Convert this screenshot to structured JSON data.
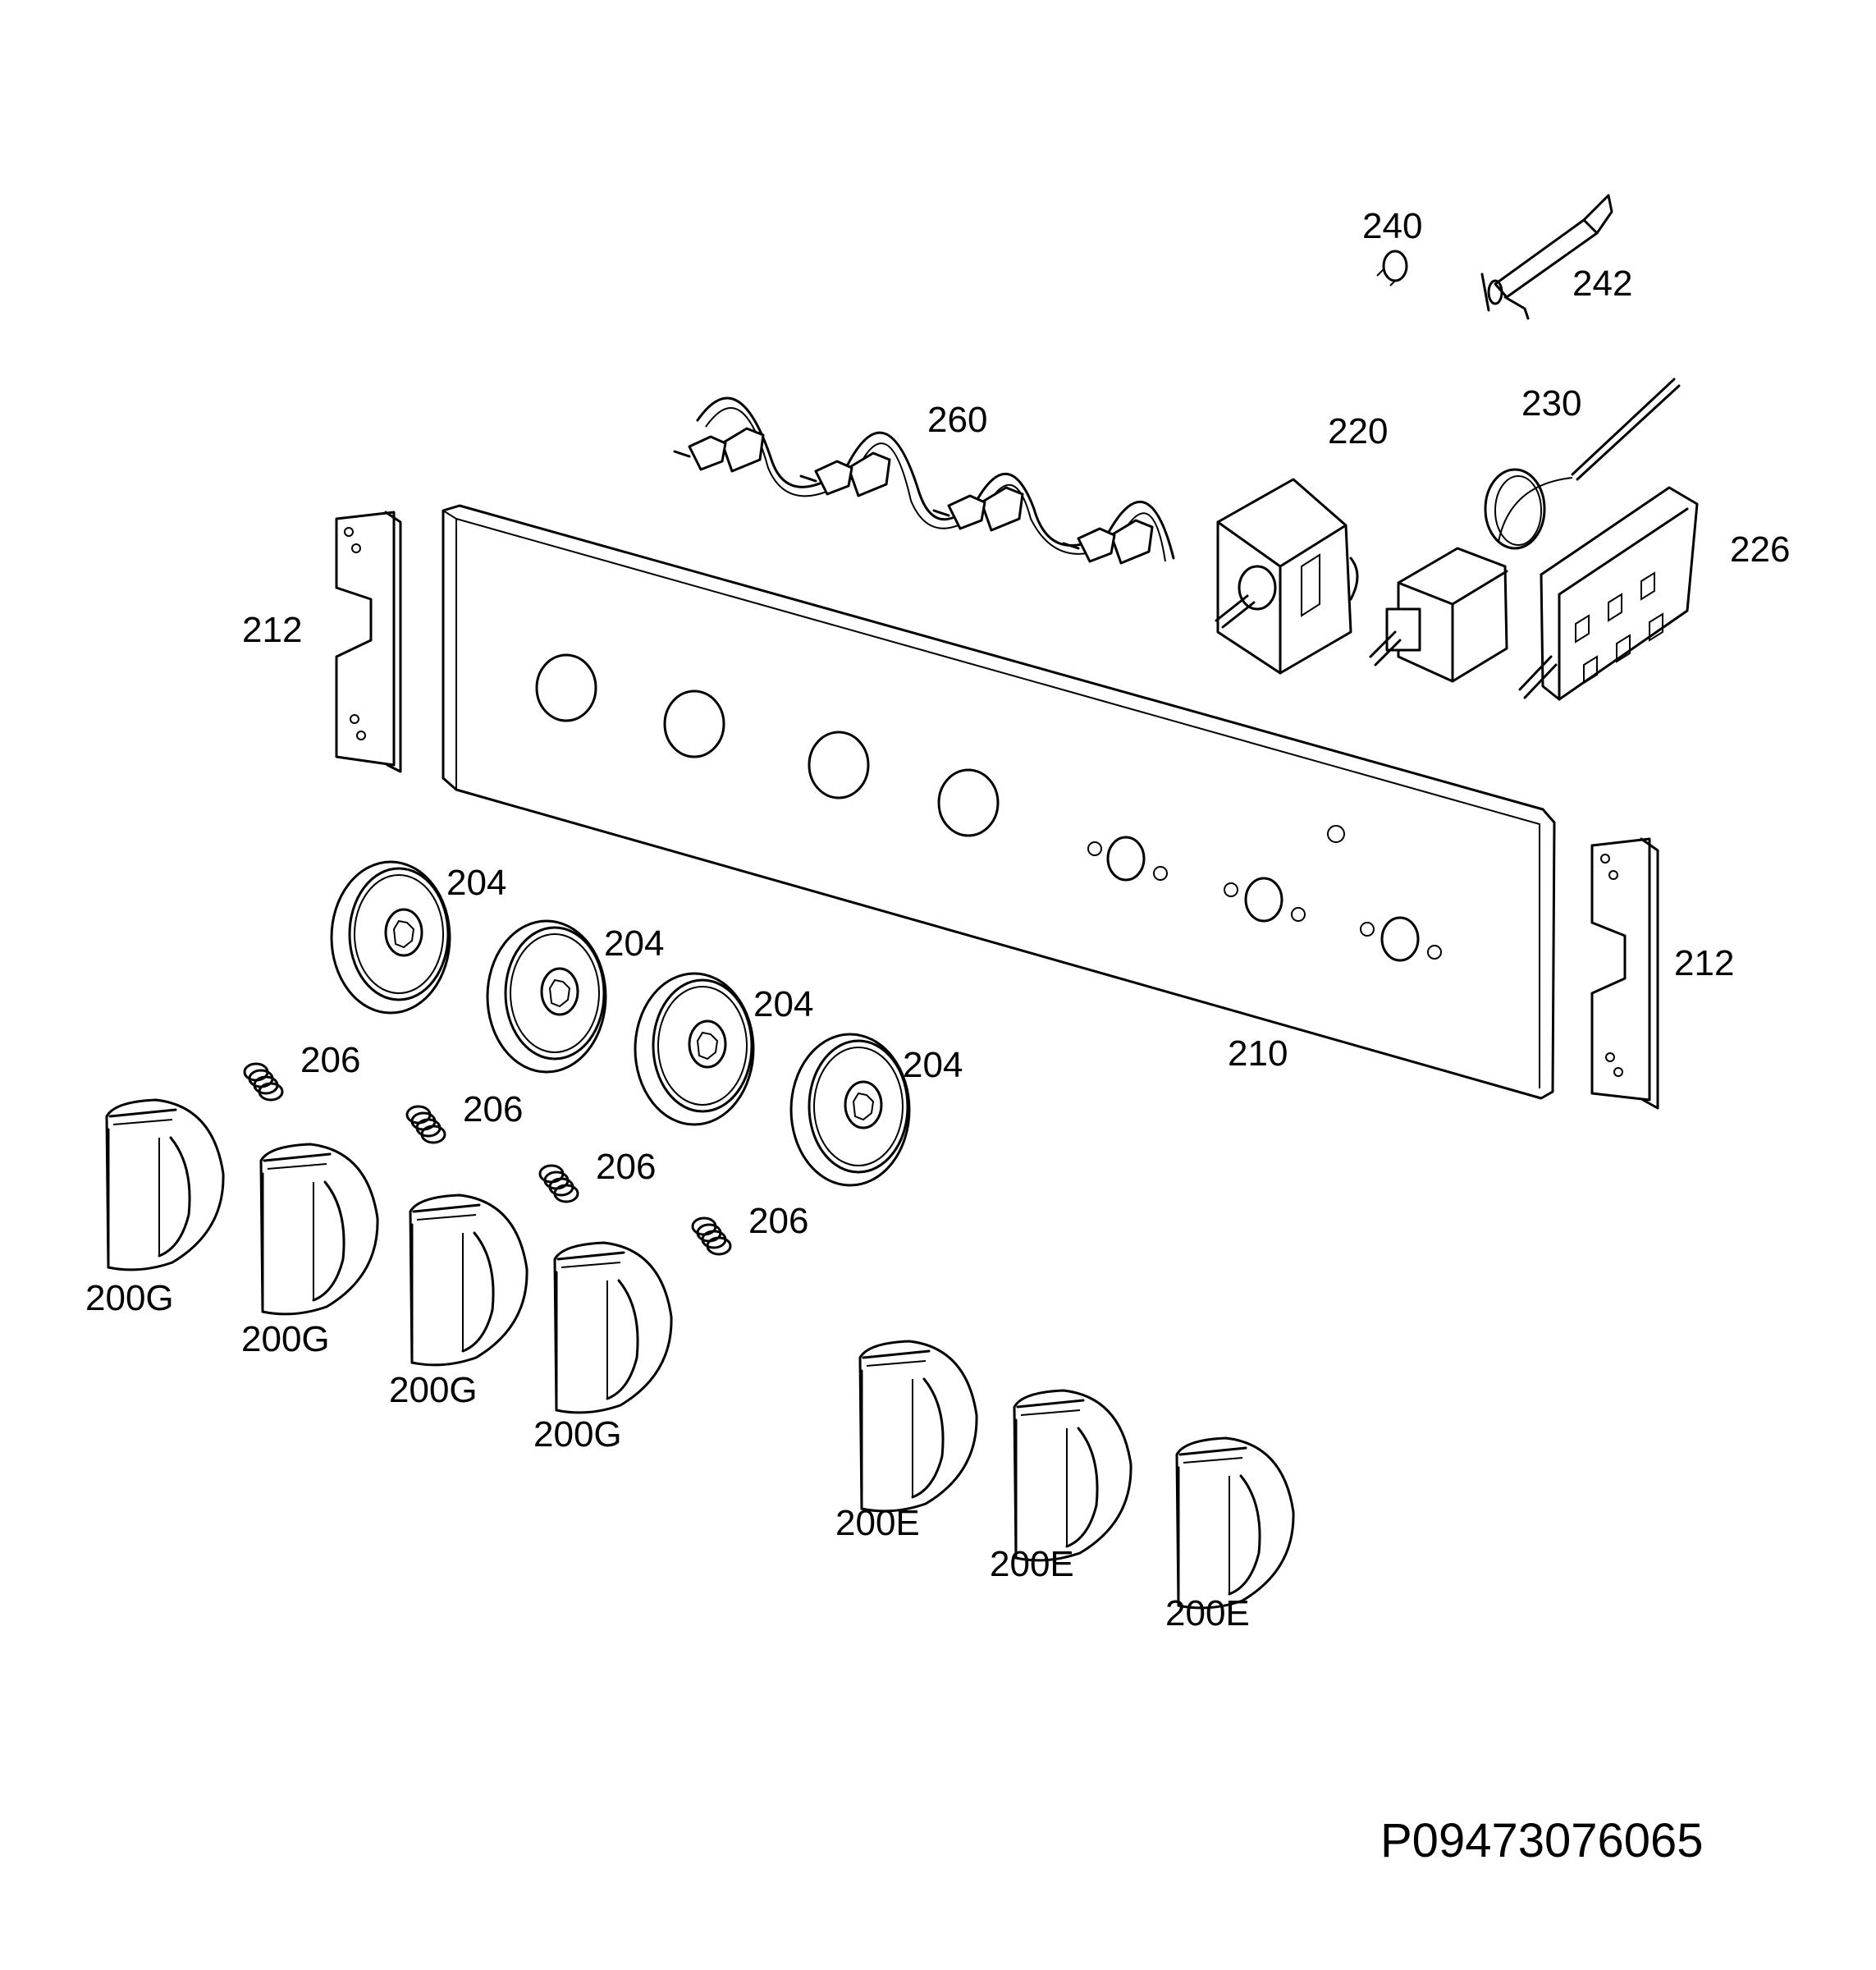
{
  "diagram": {
    "document_code": "P09473076065",
    "parts": [
      {
        "id": "bracket-left",
        "label": "212"
      },
      {
        "id": "bracket-right",
        "label": "212"
      },
      {
        "id": "panel",
        "label": "210"
      },
      {
        "id": "wiring",
        "label": "260"
      },
      {
        "id": "switch",
        "label": "220"
      },
      {
        "id": "thermostat",
        "label": "230"
      },
      {
        "id": "selector",
        "label": "226"
      },
      {
        "id": "lamp",
        "label": "240"
      },
      {
        "id": "igniter",
        "label": "242"
      },
      {
        "id": "bezel-1",
        "label": "204"
      },
      {
        "id": "bezel-2",
        "label": "204"
      },
      {
        "id": "bezel-3",
        "label": "204"
      },
      {
        "id": "bezel-4",
        "label": "204"
      },
      {
        "id": "spring-1",
        "label": "206"
      },
      {
        "id": "spring-2",
        "label": "206"
      },
      {
        "id": "spring-3",
        "label": "206"
      },
      {
        "id": "spring-4",
        "label": "206"
      },
      {
        "id": "knob-g-1",
        "label": "200G"
      },
      {
        "id": "knob-g-2",
        "label": "200G"
      },
      {
        "id": "knob-g-3",
        "label": "200G"
      },
      {
        "id": "knob-g-4",
        "label": "200G"
      },
      {
        "id": "knob-e-1",
        "label": "200E"
      },
      {
        "id": "knob-e-2",
        "label": "200E"
      },
      {
        "id": "knob-e-3",
        "label": "200E"
      }
    ]
  }
}
